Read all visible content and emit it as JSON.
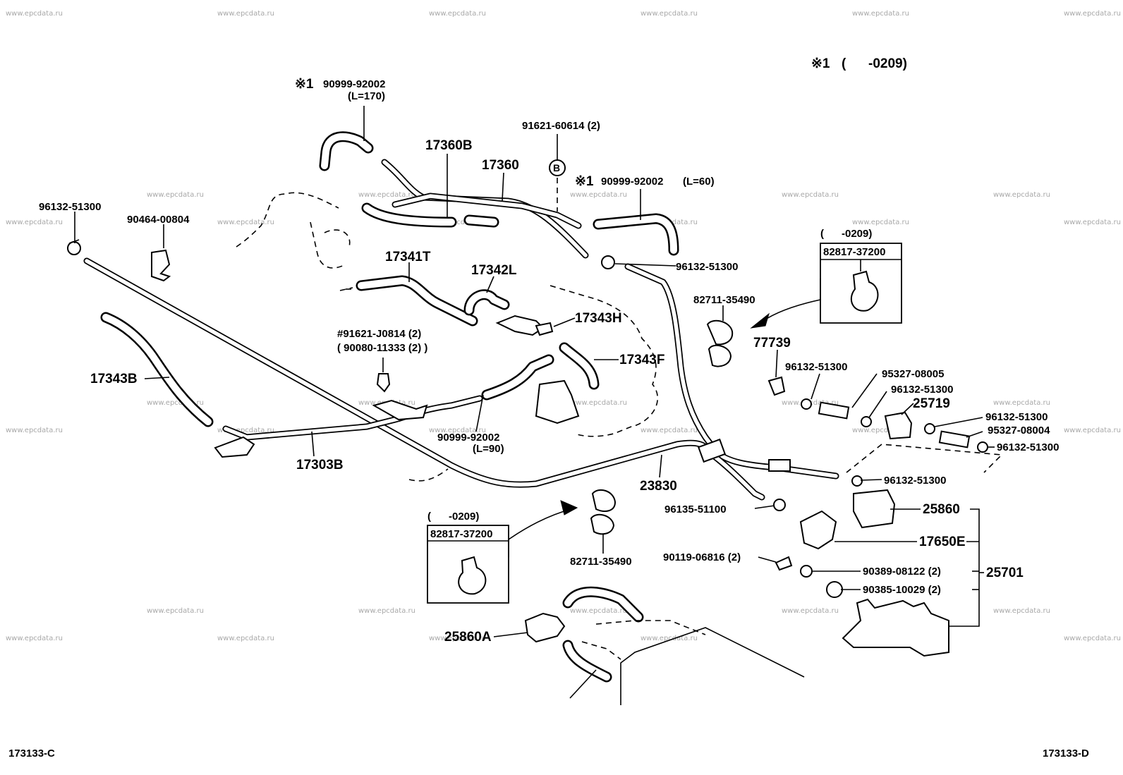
{
  "watermark": "www.epcdata.ru",
  "note": {
    "mark": "※1",
    "range": "(      -0209)"
  },
  "labels": {
    "hose_17360_mark": "※1",
    "hose_17360_part": "90999-92002",
    "hose_17360_len": "(L=170)",
    "bolt_b": "91621-60614 (2)",
    "pipe_17360b": "17360B",
    "pipe_17360": "17360",
    "hose_l60_mark": "※1",
    "hose_l60_part": "90999-92002",
    "hose_l60_len": "(L=60)",
    "clamp_left": "96132-51300",
    "clip_90464": "90464-00804",
    "clamp_mid": "96132-51300",
    "hose_17341t": "17341T",
    "hose_17342l": "17342L",
    "hose_17343h": "17343H",
    "hose_17343f": "17343F",
    "bolt_hash": "#91621-J0814 (2)",
    "bolt_paren": "( 90080-11333 (2) )",
    "hose_17343b": "17343B",
    "hose_l90_part": "90999-92002",
    "hose_l90_len": "(L=90)",
    "pipe_17303b": "17303B",
    "pipe_23830": "23830",
    "box_right_range": "(      -0209)",
    "box_right_part": "82817-37200",
    "clamp_82711_right": "82711-35490",
    "part_77739": "77739",
    "clamp_r1": "96132-51300",
    "hose_95327_a": "95327-08005",
    "clamp_r2": "96132-51300",
    "valve_25719": "25719",
    "clamp_r3": "96132-51300",
    "hose_95327_b": "95327-08004",
    "clamp_r4": "96132-51300",
    "clamp_r5": "96132-51300",
    "clamp_96135": "96135-51100",
    "vsv_25860": "25860",
    "vsv_17650e": "17650E",
    "bolt_90119": "90119-06816 (2)",
    "grommet_90389": "90389-08122 (2)",
    "assy_25701": "25701",
    "grommet_90385": "90385-10029 (2)",
    "box_left_range": "(      -0209)",
    "box_left_part": "82817-37200",
    "clamp_82711_left": "82711-35490",
    "vsv_25860a": "25860A",
    "bolt_b_mark": "B",
    "ref_left": "173133-C",
    "ref_right": "173133-D"
  }
}
